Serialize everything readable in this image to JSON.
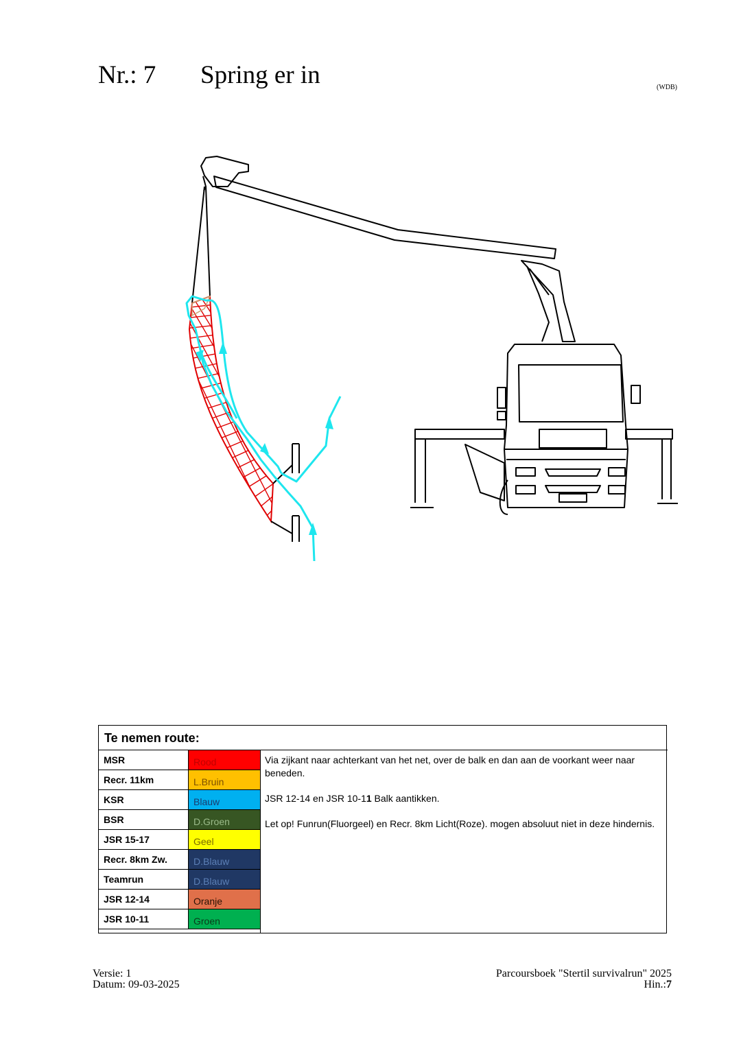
{
  "header": {
    "number": "Nr.: 7",
    "title": "Spring er in",
    "code": "(WDB)"
  },
  "route": {
    "heading": "Te nemen route:",
    "rows": [
      {
        "category": "MSR",
        "color_name": "Rood",
        "color": "#ff0000",
        "text_color": "#c00000"
      },
      {
        "category": "Recr. 11km",
        "color_name": "L.Bruin",
        "color": "#ffc000",
        "text_color": "#7a4f00"
      },
      {
        "category": "KSR",
        "color_name": "Blauw",
        "color": "#00b0f0",
        "text_color": "#1a3c6e"
      },
      {
        "category": "BSR",
        "color_name": "D.Groen",
        "color": "#375623",
        "text_color": "#9bbb8a"
      },
      {
        "category": "JSR 15-17",
        "color_name": "Geel",
        "color": "#ffff00",
        "text_color": "#7a6a00"
      },
      {
        "category": "Recr. 8km Zw.",
        "color_name": "D.Blauw",
        "color": "#203864",
        "text_color": "#5b7fb5"
      },
      {
        "category": "Teamrun",
        "color_name": "D.Blauw",
        "color": "#203864",
        "text_color": "#5b7fb5"
      },
      {
        "category": "JSR 12-14",
        "color_name": "Oranje",
        "color": "#e0704a",
        "text_color": "#2a1206"
      },
      {
        "category": "JSR 10-11",
        "color_name": "Groen",
        "color": "#00b050",
        "text_color": "#0b3a1a"
      }
    ],
    "notes": [
      "Via zijkant naar achterkant van het net, over de balk en dan aan de voorkant weer naar beneden.",
      "JSR 12-14 en JSR 10-11 Balk aantikken.",
      "Let op! Funrun(Fluorgeel) en Recr. 8km Licht(Roze). mogen absoluut niet in deze hindernis."
    ]
  },
  "footer": {
    "version": "Versie: 1",
    "date": "Datum: 09-03-2025",
    "book": "Parcoursboek \"Stertil survivalrun\" 2025",
    "page": "Hin.:7"
  },
  "colors": {
    "net": "#e00000",
    "route_arrow": "#1ee6ee",
    "line": "#000000"
  }
}
